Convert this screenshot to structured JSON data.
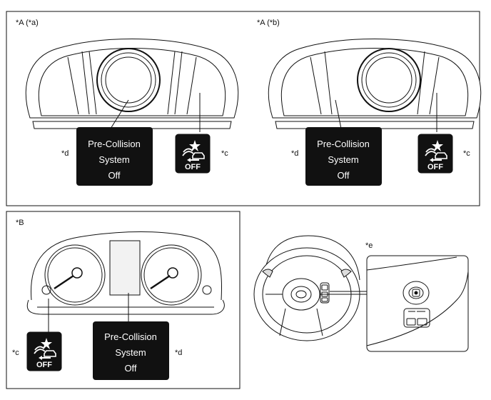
{
  "panel_a": {
    "left_label": "*A (*a)",
    "right_label": "*A (*b)"
  },
  "panel_b": {
    "label": "*B"
  },
  "steering": {
    "label": "*e"
  },
  "callouts": {
    "c": "*c",
    "d": "*d"
  },
  "message_box": {
    "line1": "Pre-Collision",
    "line2": "System",
    "line3": "Off"
  },
  "indicator": {
    "text": "OFF",
    "icon": "pre-collision-off-icon"
  },
  "colors": {
    "line": "#111111",
    "box": "#111111",
    "box_text": "#ffffff",
    "display_fill": "#f2f2f2"
  }
}
